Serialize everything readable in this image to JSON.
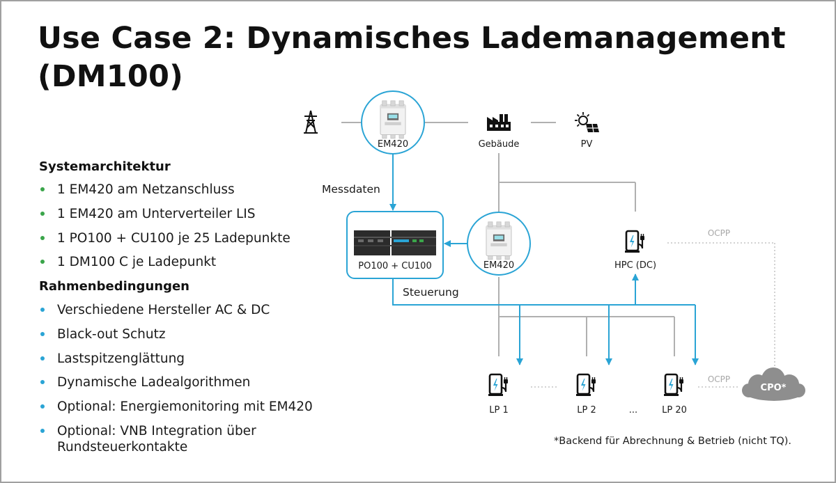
{
  "title": {
    "line1": "Use Case 2: Dynamisches Lademanagement",
    "line2": "(DM100)"
  },
  "colors": {
    "accent_blue": "#2aa4d5",
    "bullet_green": "#3aa54a",
    "bullet_blue": "#2aa4d5",
    "line_grey": "#b0b0b0",
    "cloud_grey": "#8e8e8e"
  },
  "sections": {
    "system": {
      "heading": "Systemarchitektur",
      "items": [
        "1 EM420 am Netzanschluss",
        "1 EM420 am Unterverteiler LIS",
        "1 PO100 + CU100 je 25 Ladepunkte",
        "1 DM100 C je Ladepunkt"
      ]
    },
    "conditions": {
      "heading": "Rahmenbedingungen",
      "items": [
        "Verschiedene Hersteller AC & DC",
        "Black-out Schutz",
        "Lastspitzenglättung",
        "Dynamische Ladealgorithmen",
        "Optional: Energiemonitoring mit EM420",
        "Optional: VNB Integration über\nRundsteuerkontakte"
      ]
    }
  },
  "diagram": {
    "icons": {
      "grid": "power-pylon-icon",
      "meter": "energy-meter-icon",
      "building": "factory-building-icon",
      "pv": "solar-panel-icon",
      "charger": "ev-charger-icon",
      "cloud": "cloud-icon",
      "controller": "controller-rack-icon"
    },
    "em420_top_label": "EM420",
    "gebaeude_label": "Gebäude",
    "pv_label": "PV",
    "messdaten_label": "Messdaten",
    "controller_label": "PO100 + CU100",
    "em420_sub_label": "EM420",
    "hpc_label": "HPC (DC)",
    "ocpp_top_label": "OCPP",
    "steuerung_label": "Steuerung",
    "lp1_label": "LP 1",
    "lp2_label": "LP 2",
    "lp_ellipsis": "...",
    "lp20_label": "LP 20",
    "ocpp_bottom_label": "OCPP",
    "cpo_label": "CPO*"
  },
  "footnote": "*Backend für Abrechnung & Betrieb (nicht TQ)."
}
